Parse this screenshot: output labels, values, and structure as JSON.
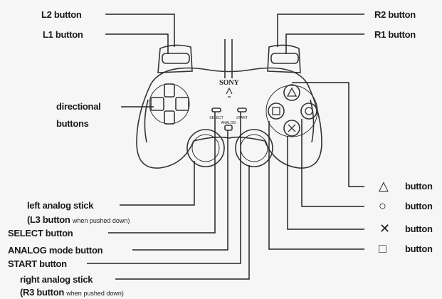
{
  "labels": {
    "l2": "L2 button",
    "l1": "L1 button",
    "r2": "R2 button",
    "r1": "R1 button",
    "directional_line1": "directional",
    "directional_line2": "buttons",
    "left_stick_line1": "left analog stick",
    "left_stick_line2": "(L3 button",
    "left_stick_note": "when pushed down)",
    "select": "SELECT button",
    "analog": "ANALOG mode button",
    "start": "START button",
    "right_stick_line1": "right analog stick",
    "right_stick_line2": "(R3 button",
    "right_stick_note": "when pushed down)",
    "triangle": "button",
    "circle": "button",
    "cross": "button",
    "square": "button"
  },
  "controller": {
    "brand": "SONY",
    "analog_text": "ANALOG",
    "select_text": "SELECT",
    "start_text": "START"
  },
  "symbols": {
    "triangle": "△",
    "circle": "○",
    "cross": "✕",
    "square": "□"
  }
}
